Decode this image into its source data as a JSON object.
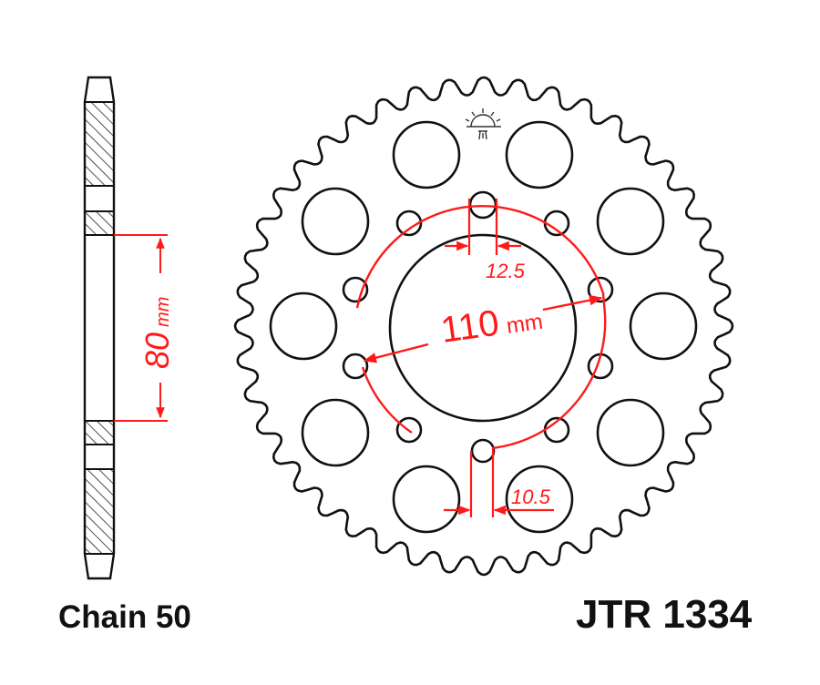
{
  "diagram": {
    "type": "technical-drawing",
    "subject": "rear sprocket",
    "colors": {
      "outline": "#111111",
      "dimension": "#ff1a1a",
      "hatch": "#222222",
      "background": "#ffffff"
    },
    "side_view": {
      "dimension_value": "80",
      "dimension_unit": "mm"
    },
    "front_view": {
      "tooth_count": 44,
      "large_lightening_holes": 10,
      "mounting_holes": 10,
      "pcd_value": "110",
      "pcd_unit": "mm",
      "upper_hole_dimension": "12.5",
      "lower_hole_dimension": "10.5",
      "logo_icon": "sun-logo-icon"
    },
    "labels": {
      "chain": "Chain 50",
      "part_number": "JTR 1334"
    }
  }
}
